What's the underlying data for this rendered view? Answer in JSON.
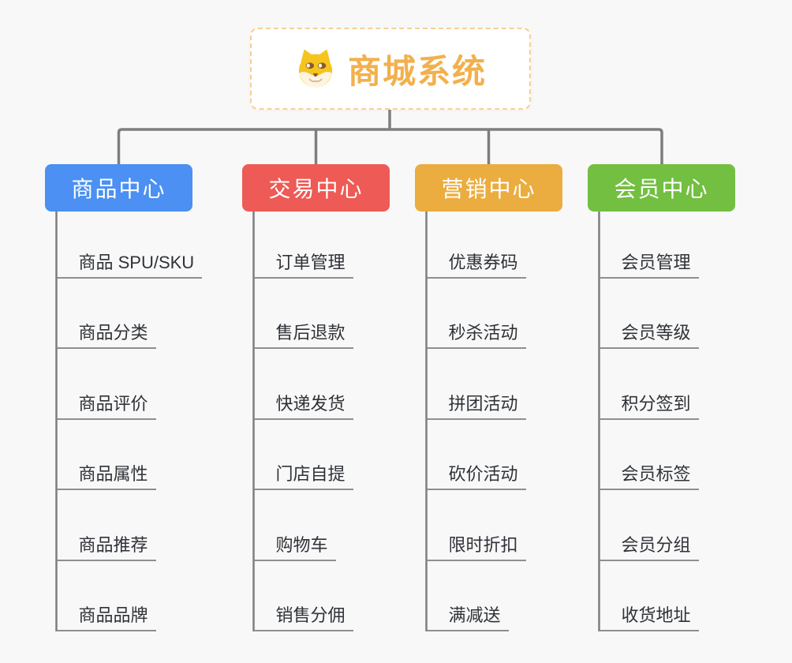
{
  "app": {
    "type": "mindmap",
    "background_color": "#f8f8f8",
    "connector_color": "#7e7e7e",
    "leaf_underline_color": "#8f8f8f",
    "leaf_text_color": "#2f3237"
  },
  "root": {
    "label": "商城系统",
    "icon": "shiba-dog-icon",
    "text_color": "#f2b04c",
    "border_color": "#f6d096",
    "background_color": "#ffffff"
  },
  "branches": [
    {
      "label": "商品中心",
      "color": "#4b90f2",
      "children": [
        "商品 SPU/SKU",
        "商品分类",
        "商品评价",
        "商品属性",
        "商品推荐",
        "商品品牌"
      ]
    },
    {
      "label": "交易中心",
      "color": "#ee5a55",
      "children": [
        "订单管理",
        "售后退款",
        "快递发货",
        "门店自提",
        "购物车",
        "销售分佣"
      ]
    },
    {
      "label": "营销中心",
      "color": "#ebad3f",
      "children": [
        "优惠券码",
        "秒杀活动",
        "拼团活动",
        "砍价活动",
        "限时折扣",
        "满减送"
      ]
    },
    {
      "label": "会员中心",
      "color": "#73bf41",
      "children": [
        "会员管理",
        "会员等级",
        "积分签到",
        "会员标签",
        "会员分组",
        "收货地址"
      ]
    }
  ]
}
